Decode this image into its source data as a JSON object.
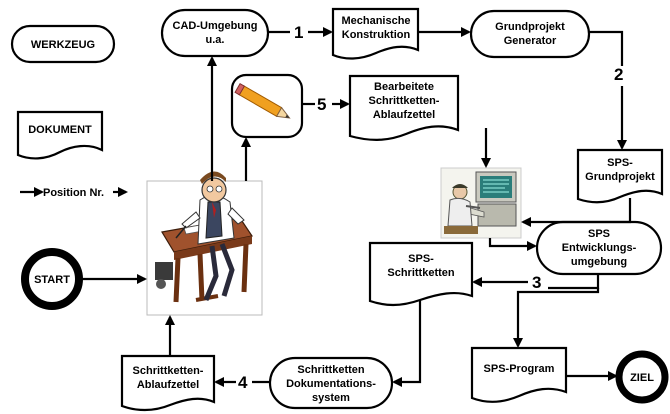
{
  "legend": {
    "tool": "WERKZEUG",
    "document": "DOKUMENT",
    "position": "Position Nr."
  },
  "nodes": {
    "cad": [
      "CAD-Umgebung",
      "u.a."
    ],
    "mechanical": [
      "Mechanische",
      "Konstruktion"
    ],
    "generator": [
      "Grundprojekt",
      "Generator"
    ],
    "edited_sheet": [
      "Bearbeitete",
      "Schrittketten-",
      "Ablaufzettel"
    ],
    "plc_base": [
      "SPS-",
      "Grundprojekt"
    ],
    "plc_env": [
      "SPS",
      "Entwicklungs-",
      "umgebung"
    ],
    "plc_chains": [
      "SPS-",
      "Schrittketten"
    ],
    "plc_program": "SPS-Program",
    "goal": "ZIEL",
    "start": "START",
    "chain_sheet": [
      "Schrittketten-",
      "Ablaufzettel"
    ],
    "doc_system": [
      "Schrittketten",
      "Dokumentations-",
      "system"
    ]
  },
  "steps": [
    "1",
    "2",
    "3",
    "4",
    "5"
  ],
  "icons": {
    "pencil": "pencil-icon",
    "engineer": "engineer-at-desk-illustration",
    "operator": "operator-at-computer-illustration"
  }
}
